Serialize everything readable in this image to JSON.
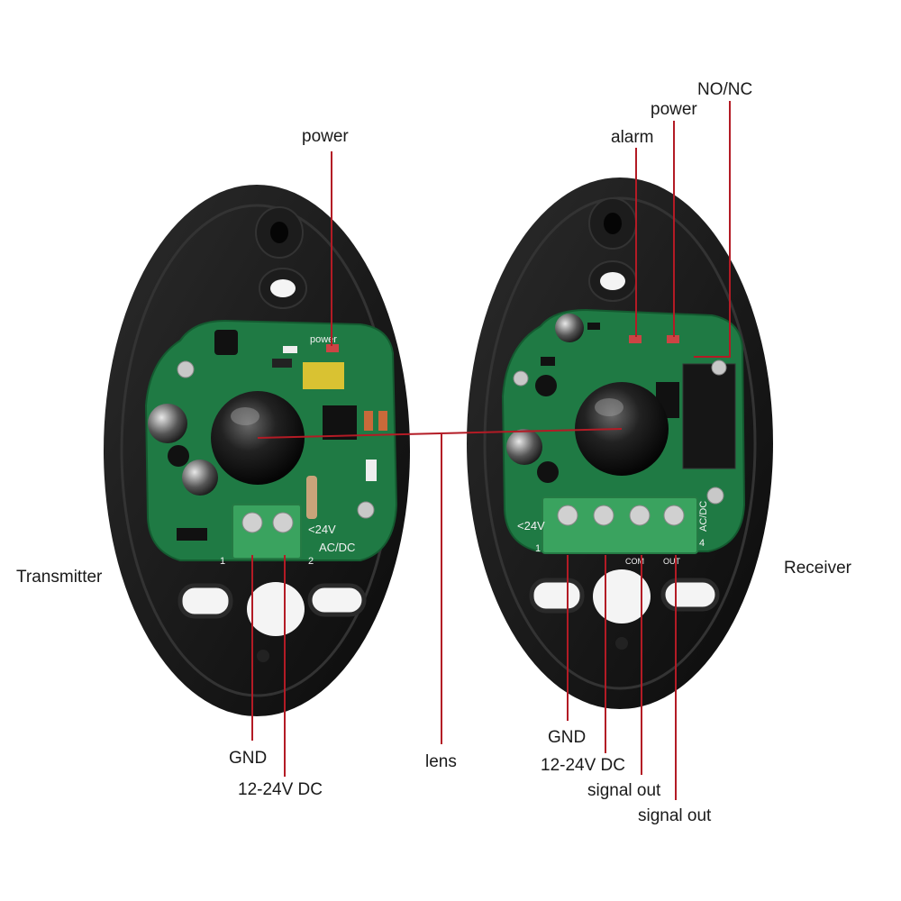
{
  "labels": {
    "tx_power": "power",
    "rx_no_nc": "NO/NC",
    "rx_power": "power",
    "rx_alarm": "alarm",
    "transmitter": "Transmitter",
    "receiver": "Receiver",
    "tx_gnd": "GND",
    "tx_voltage": "12-24V DC",
    "lens": "lens",
    "rx_gnd": "GND",
    "rx_voltage": "12-24V DC",
    "rx_signal_out_1": "signal out",
    "rx_signal_out_2": "signal out"
  },
  "pcb_marks": {
    "tx_power": "power",
    "tx_voltage": "<24V",
    "tx_acdc": "AC/DC",
    "tx_pin1": "1",
    "tx_pin2": "2",
    "rx_voltage": "<24V",
    "rx_pin1": "1",
    "rx_pin4": "4",
    "rx_com": "COM",
    "rx_out": "OUT",
    "rx_acdc": "AC/DC"
  },
  "colors": {
    "leader_line": "#b31b25",
    "housing": "#151515",
    "pcb": "#1f7a44",
    "terminal_block": "#3aa35f"
  }
}
